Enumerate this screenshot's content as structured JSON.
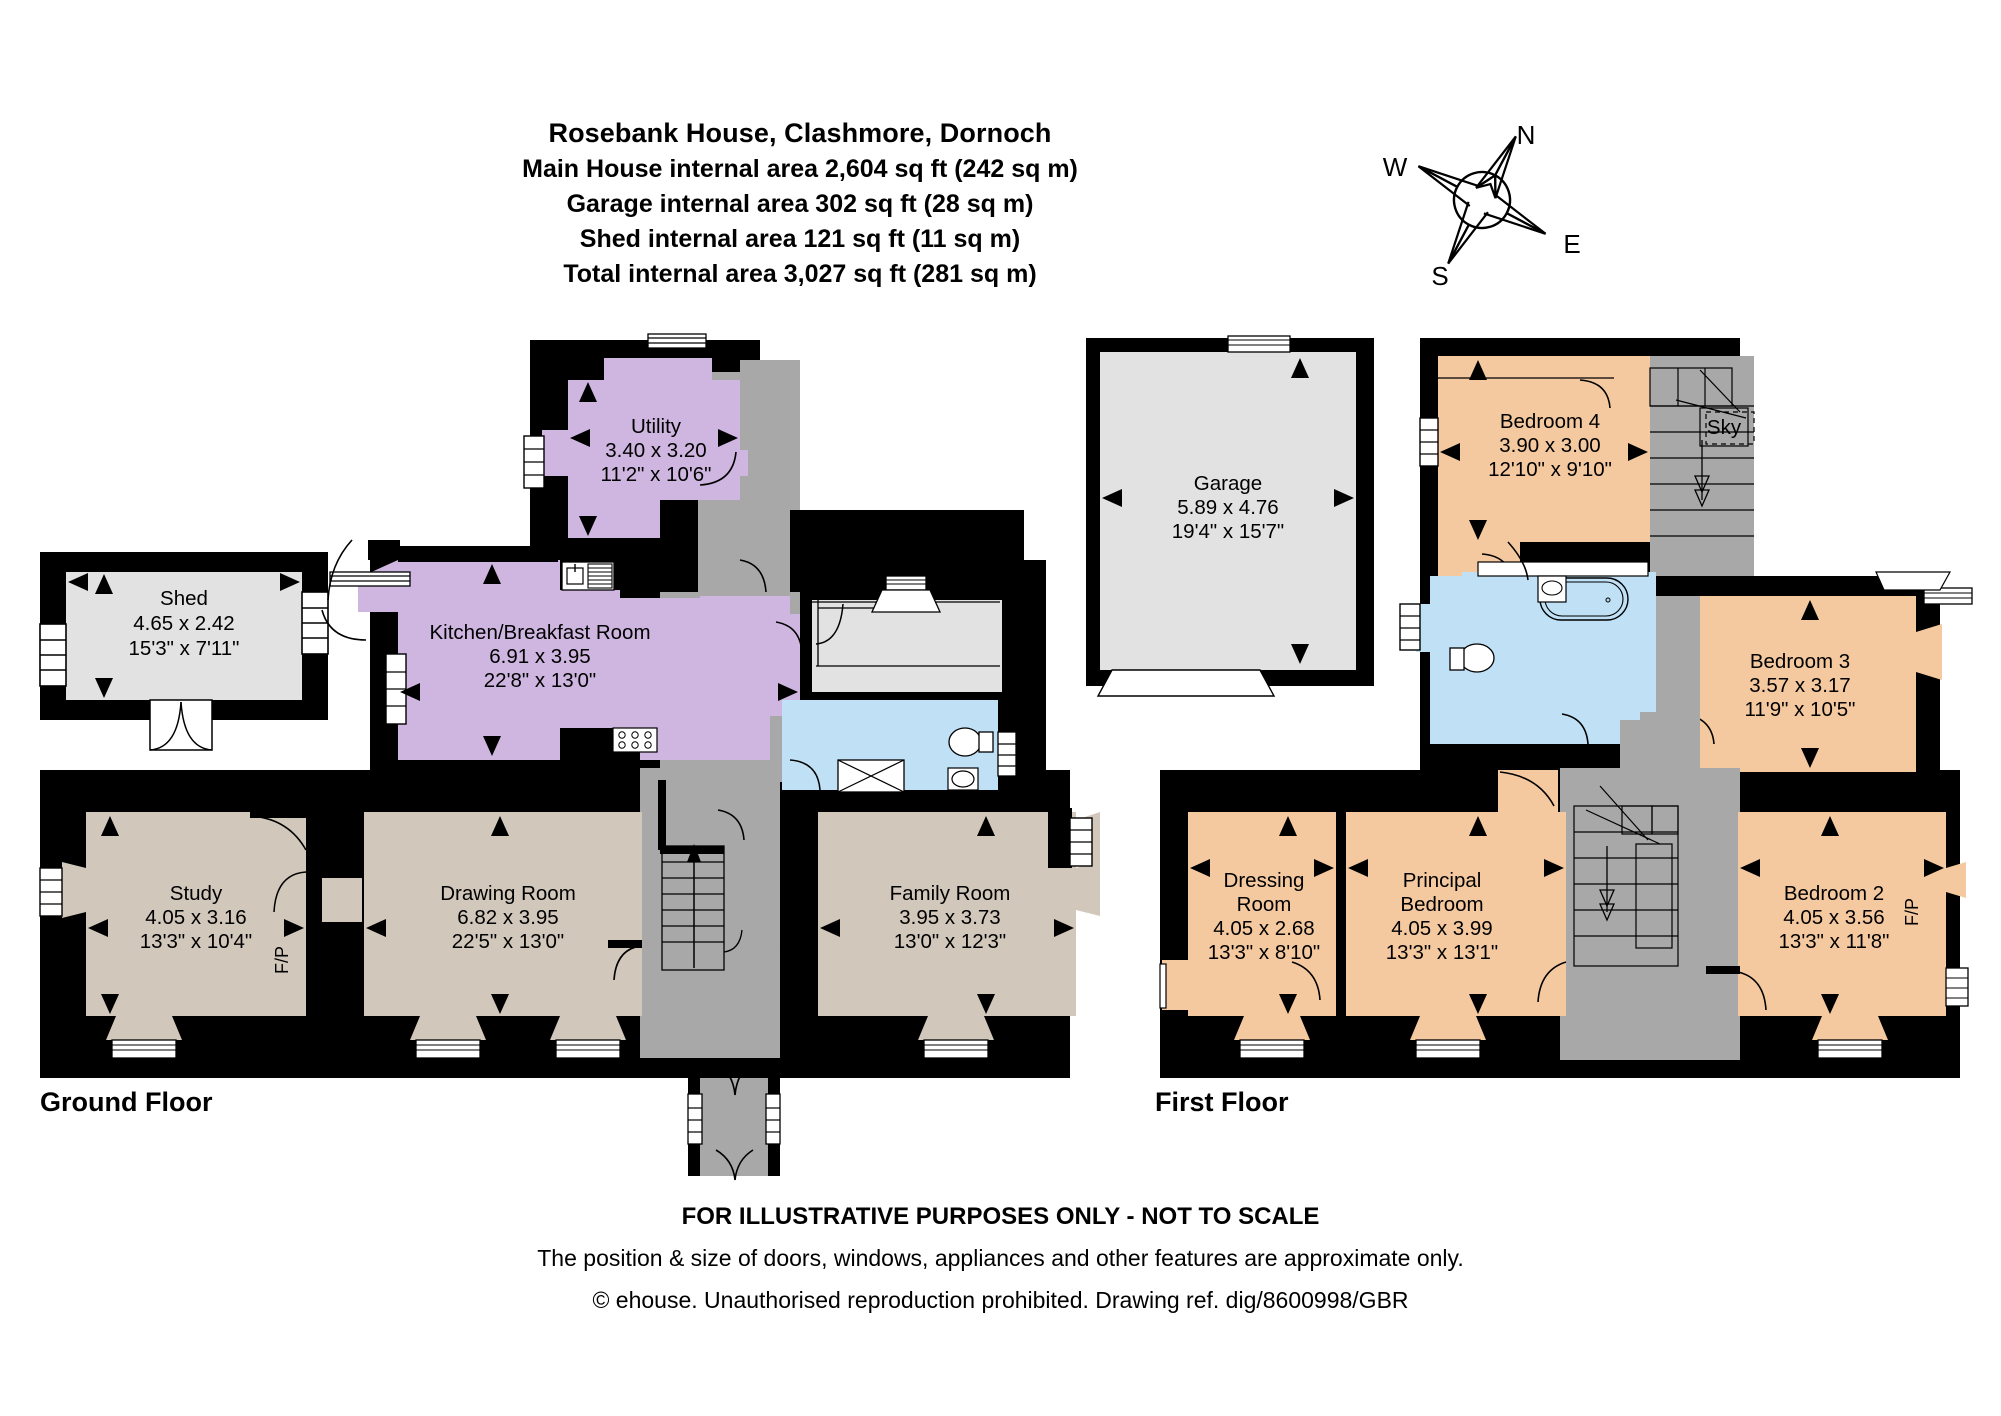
{
  "header": {
    "title": "Rosebank House, Clashmore, Dornoch",
    "lines": [
      "Main House internal area 2,604 sq ft (242 sq m)",
      "Garage internal area 302 sq ft (28 sq m)",
      "Shed internal area 121 sq ft (11 sq m)",
      "Total internal area 3,027 sq ft (281 sq m)"
    ]
  },
  "compass": {
    "n": "N",
    "e": "E",
    "s": "S",
    "w": "W"
  },
  "floors": {
    "ground_label": "Ground Floor",
    "first_label": "First Floor"
  },
  "colors": {
    "wall": "#000000",
    "kitchen": "#cfb6e0",
    "living": "#d1c7bb",
    "bedroom": "#f5c9a0",
    "bathroom": "#bfe0f5",
    "hall": "#a8a8a8",
    "utility_grey": "#e2e2e2",
    "background": "#ffffff"
  },
  "rooms": {
    "shed": {
      "name": "Shed",
      "metric": "4.65 x 2.42",
      "imperial": "15'3\" x 7'11\""
    },
    "utility": {
      "name": "Utility",
      "metric": "3.40 x 3.20",
      "imperial": "11'2\" x 10'6\""
    },
    "kitchen": {
      "name": "Kitchen/Breakfast Room",
      "metric": "6.91 x 3.95",
      "imperial": "22'8\" x 13'0\""
    },
    "study": {
      "name": "Study",
      "metric": "4.05 x 3.16",
      "imperial": "13'3\" x 10'4\""
    },
    "drawing": {
      "name": "Drawing Room",
      "metric": "6.82 x 3.95",
      "imperial": "22'5\" x 13'0\""
    },
    "family": {
      "name": "Family Room",
      "metric": "3.95 x 3.73",
      "imperial": "13'0\" x 12'3\""
    },
    "garage": {
      "name": "Garage",
      "metric": "5.89 x 4.76",
      "imperial": "19'4\" x 15'7\""
    },
    "bedroom4": {
      "name": "Bedroom 4",
      "metric": "3.90 x 3.00",
      "imperial": "12'10\" x 9'10\""
    },
    "bedroom3": {
      "name": "Bedroom 3",
      "metric": "3.57 x 3.17",
      "imperial": "11'9\" x 10'5\""
    },
    "bedroom2": {
      "name": "Bedroom 2",
      "metric": "4.05 x 3.56",
      "imperial": "13'3\" x 11'8\""
    },
    "dressing": {
      "name_line1": "Dressing",
      "name_line2": "Room",
      "metric": "4.05 x 2.68",
      "imperial": "13'3\" x 8'10\""
    },
    "principal": {
      "name_line1": "Principal",
      "name_line2": "Bedroom",
      "metric": "4.05 x 3.99",
      "imperial": "13'3\" x 13'1\""
    }
  },
  "annotations": {
    "fp_ground": "F/P",
    "fp_bed2": "F/P",
    "sky": "Sky"
  },
  "footer": {
    "line1": "FOR ILLUSTRATIVE PURPOSES ONLY - NOT TO SCALE",
    "line2": "The position & size of doors, windows, appliances and other features are approximate only.",
    "line3": "© ehouse. Unauthorised reproduction prohibited. Drawing ref. dig/8600998/GBR"
  }
}
